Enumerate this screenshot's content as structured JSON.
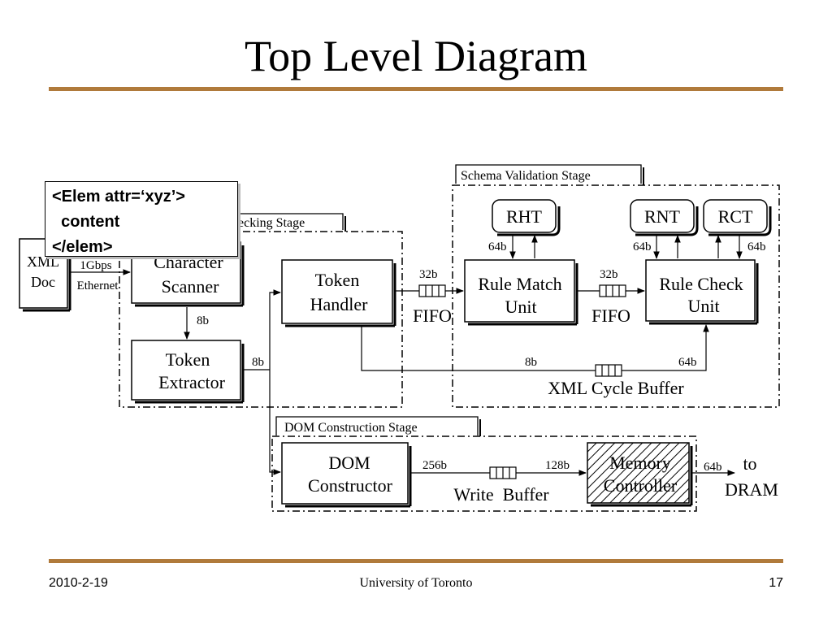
{
  "slide": {
    "title": "Top Level Diagram",
    "accent_color": "#b07a3b",
    "footer": {
      "date": "2010-2-19",
      "institution": "University of Toronto",
      "page": "17"
    }
  },
  "callout": {
    "lines": [
      "<Elem attr=‘xyz’>",
      "  content",
      "</elem>"
    ]
  },
  "diagram": {
    "stages": {
      "syntax": "hecking Stage",
      "schema": "Schema Validation Stage",
      "dom": "DOM Construction Stage"
    },
    "blocks": {
      "xml_doc": [
        "XML",
        "Doc"
      ],
      "character_scanner": [
        "Character",
        "Scanner"
      ],
      "token_extractor": [
        "Token",
        "Extractor"
      ],
      "token_handler": [
        "Token",
        "Handler"
      ],
      "rule_match_unit": [
        "Rule Match",
        "Unit"
      ],
      "rule_check_unit": [
        "Rule Check",
        "Unit"
      ],
      "rht": "RHT",
      "rnt": "RNT",
      "rct": "RCT",
      "dom_constructor": [
        "DOM",
        "Constructor"
      ],
      "memory_controller": [
        "Memory",
        "Controller"
      ]
    },
    "buffers": {
      "fifo_1": "FIFO",
      "fifo_2": "FIFO",
      "xml_cycle_buffer": "XML Cycle Buffer",
      "write_buffer": "Write  Buffer"
    },
    "labels": {
      "ethernet": [
        "1Gbps",
        "Ethernet"
      ],
      "scanner_to_extractor": "8b",
      "extractor_out": "8b",
      "handler_to_fifo": "32b",
      "fifo_to_check": "32b",
      "rht_width": "64b",
      "rnt_width": "64b",
      "rct_width": "64b",
      "cycle_in": "8b",
      "cycle_out": "64b",
      "dom_out": "256b",
      "write_out": "128b",
      "mem_out": "64b",
      "destination": [
        "to",
        "DRAM"
      ]
    }
  }
}
